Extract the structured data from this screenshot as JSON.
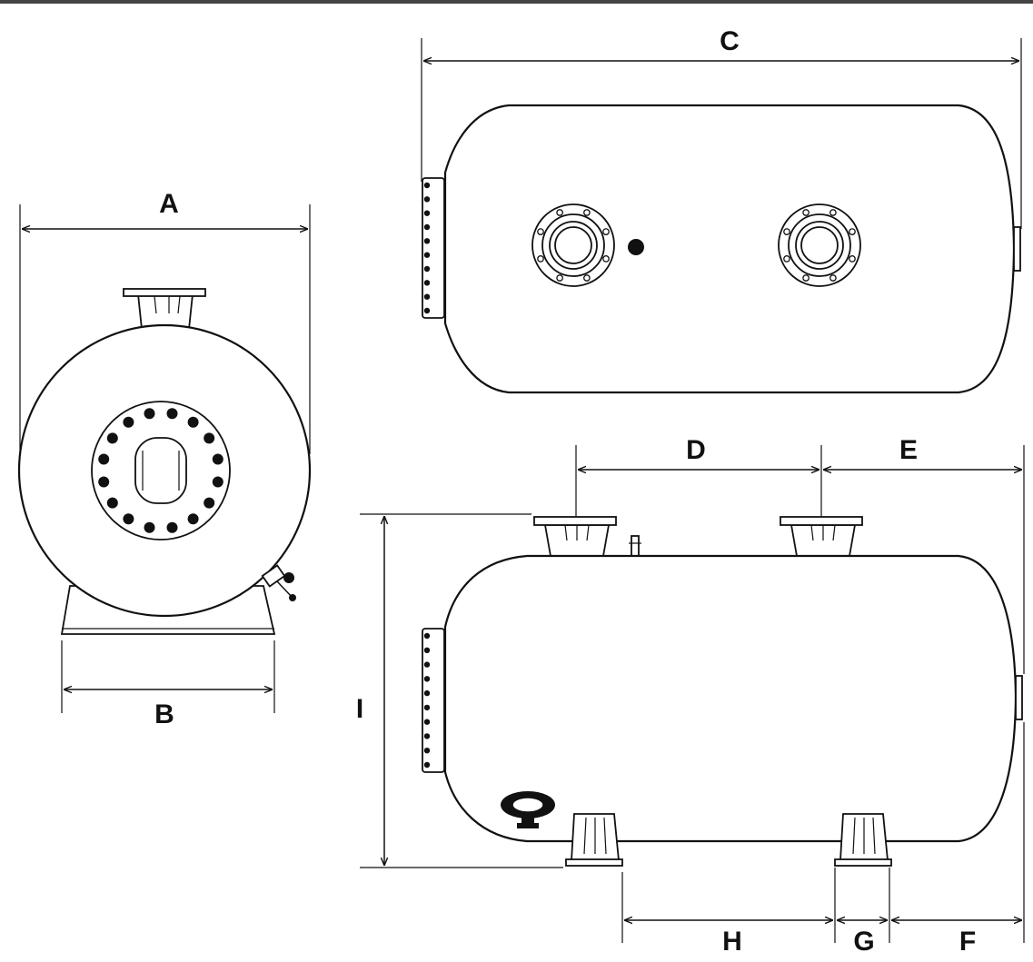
{
  "labels": {
    "a": "A",
    "b": "B",
    "c": "C",
    "d": "D",
    "e": "E",
    "f": "F",
    "g": "G",
    "h": "H",
    "i": "I"
  },
  "colors": {
    "line": "#111111",
    "background": "#ffffff"
  }
}
